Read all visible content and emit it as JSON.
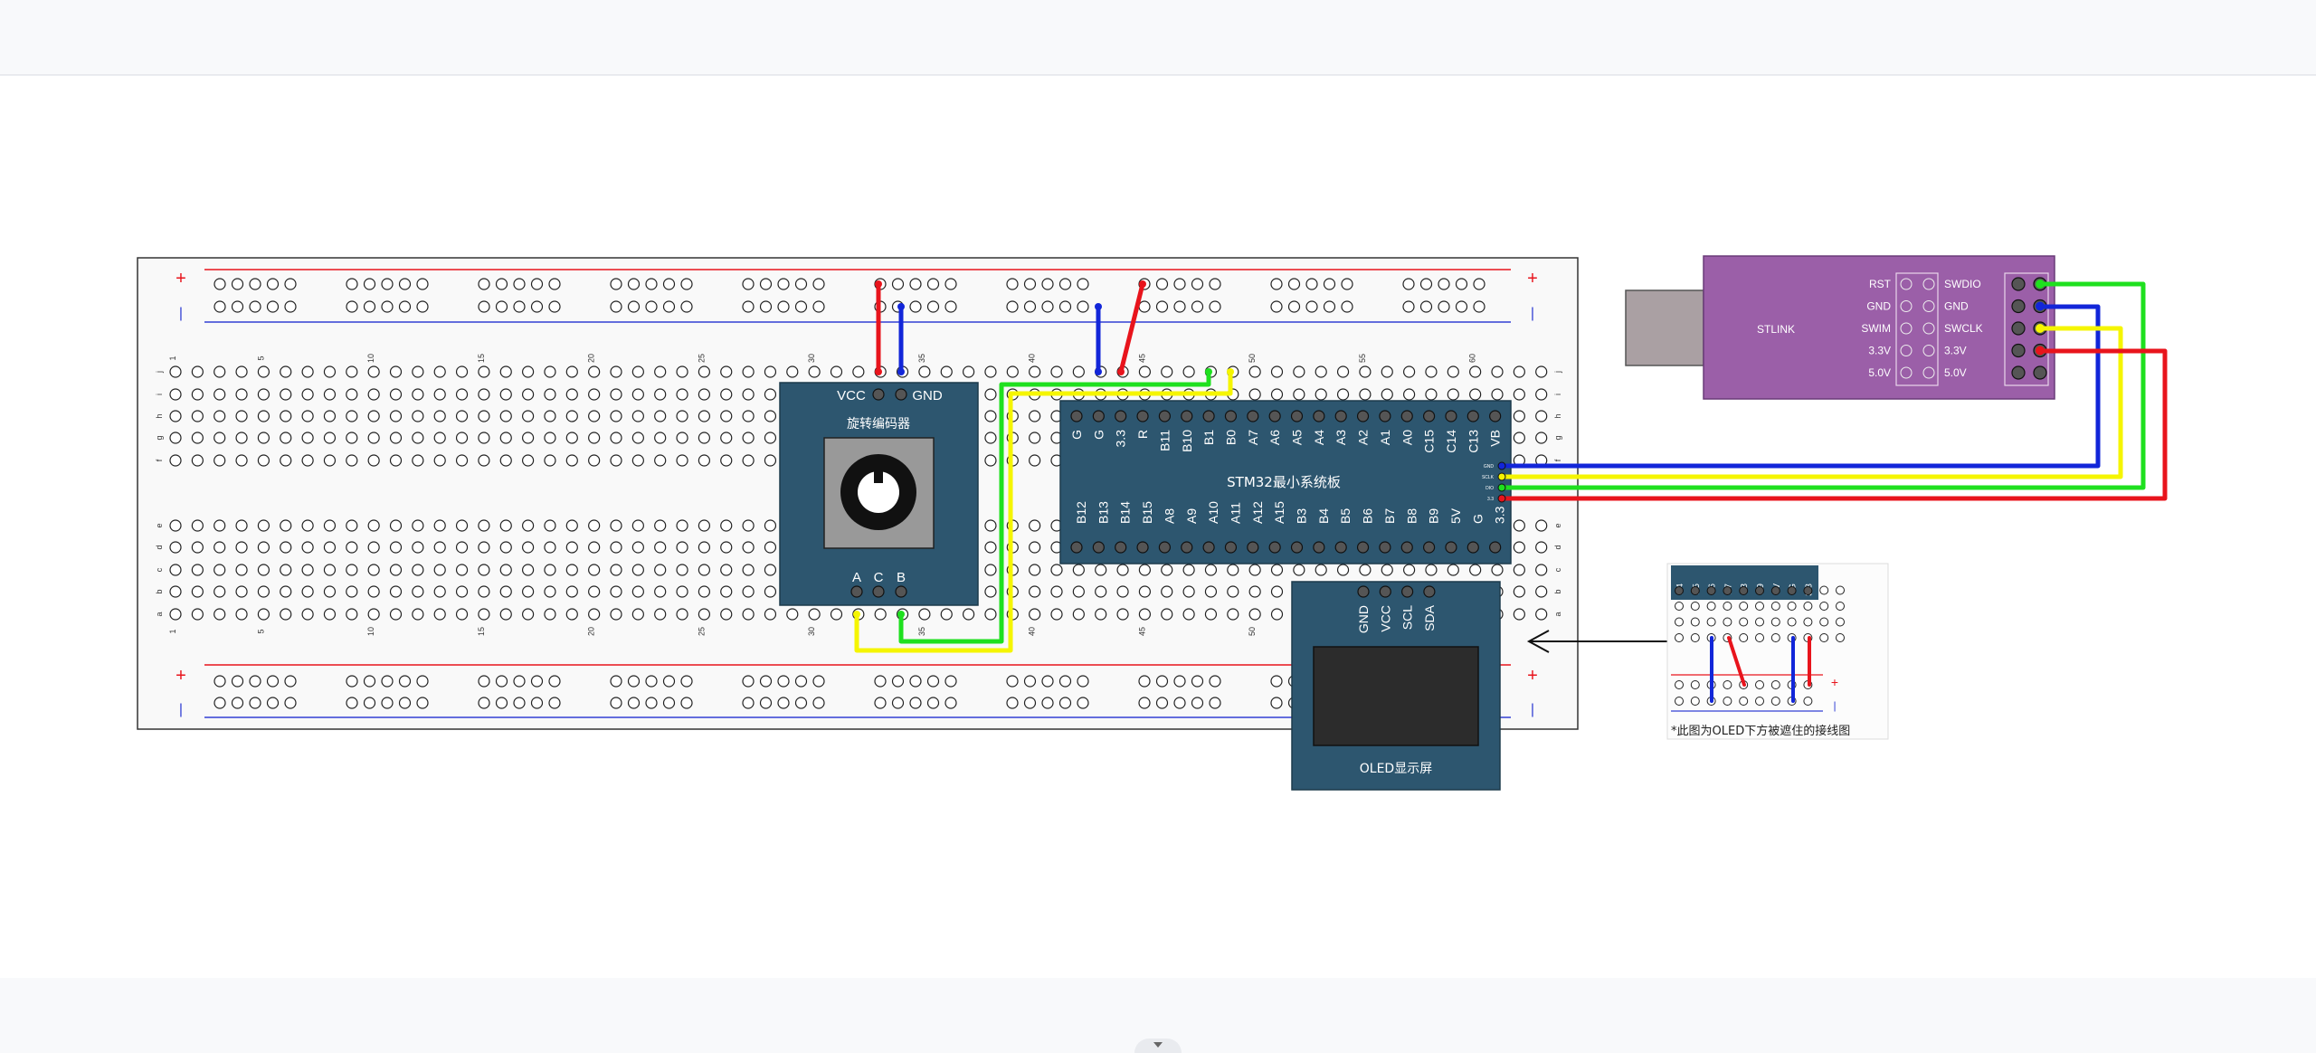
{
  "breadboard": {
    "plus_sign": "+",
    "minus_sign": "|",
    "row_letters_top": [
      "j",
      "i",
      "h",
      "g",
      "f"
    ],
    "row_letters_bottom": [
      "e",
      "d",
      "c",
      "b",
      "a"
    ],
    "column_numbers": [
      "1",
      "5",
      "10",
      "15",
      "20",
      "25",
      "30",
      "35",
      "40",
      "45",
      "50",
      "55",
      "60"
    ]
  },
  "encoder": {
    "title": "旋转编码器",
    "pin_vcc": "VCC",
    "pin_gnd": "GND",
    "pin_a": "A",
    "pin_c": "C",
    "pin_b": "B"
  },
  "stm32": {
    "title": "STM32最小系统板",
    "top_pins": [
      "G",
      "G",
      "3.3",
      "R",
      "B11",
      "B10",
      "B1",
      "B0",
      "A7",
      "A6",
      "A5",
      "A4",
      "A3",
      "A2",
      "A1",
      "A0",
      "C15",
      "C14",
      "C13",
      "VB"
    ],
    "bottom_pins": [
      "B12",
      "B13",
      "B14",
      "B15",
      "A8",
      "A9",
      "A10",
      "A11",
      "A12",
      "A15",
      "B3",
      "B4",
      "B5",
      "B6",
      "B7",
      "B8",
      "B9",
      "5V",
      "G",
      "3.3"
    ],
    "debug_pins": [
      "GND",
      "SCLK",
      "DIO",
      "3.3"
    ]
  },
  "oled": {
    "title": "OLED显示屏",
    "pins": [
      "GND",
      "VCC",
      "SCL",
      "SDA"
    ]
  },
  "stlink": {
    "title": "STLINK",
    "left_labels": [
      "RST",
      "GND",
      "SWIM",
      "3.3V",
      "5.0V"
    ],
    "right_labels": [
      "SWDIO",
      "GND",
      "SWCLK",
      "3.3V",
      "5.0V"
    ]
  },
  "inset": {
    "pins": [
      "B4",
      "B5",
      "B6",
      "B7",
      "B8",
      "B9",
      "5V",
      "G",
      "3.3"
    ],
    "plus_sign": "+",
    "minus_sign": "|",
    "caption": "*此图为OLED下方被遮住的接线图"
  },
  "colors": {
    "wire_red": "#e8141c",
    "wire_blue": "#1226d9",
    "wire_green": "#1fe01f",
    "wire_yellow": "#f5f500",
    "module_fill": "#2d566f",
    "stlink_fill": "#9b5fa8",
    "rail_red": "#e8141c",
    "rail_blue": "#3240d4"
  }
}
